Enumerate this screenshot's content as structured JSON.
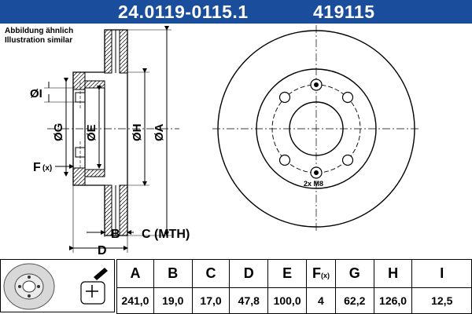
{
  "header": {
    "part_number": "24.0119-0115.1",
    "ref_number": "419115"
  },
  "note": {
    "line1": "Abbildung ähnlich",
    "line2": "Illustration similar"
  },
  "drawing": {
    "labels": {
      "I": "ØI",
      "G": "ØG",
      "E": "ØE",
      "H": "ØH",
      "A": "ØA",
      "F": "F",
      "F_sub": "(x)",
      "B": "B",
      "C": "C (MTH)",
      "D": "D",
      "thread": "2x M8"
    }
  },
  "specs": {
    "headers": [
      "A",
      "B",
      "C",
      "D",
      "E",
      "F",
      "G",
      "H",
      "I"
    ],
    "f_suffix": "(x)",
    "values": [
      "241,0",
      "19,0",
      "17,0",
      "47,8",
      "100,0",
      "4",
      "62,2",
      "126,0",
      "12,5"
    ]
  },
  "colors": {
    "banner": "#1a4d9c",
    "banner_text": "#ffffff"
  }
}
